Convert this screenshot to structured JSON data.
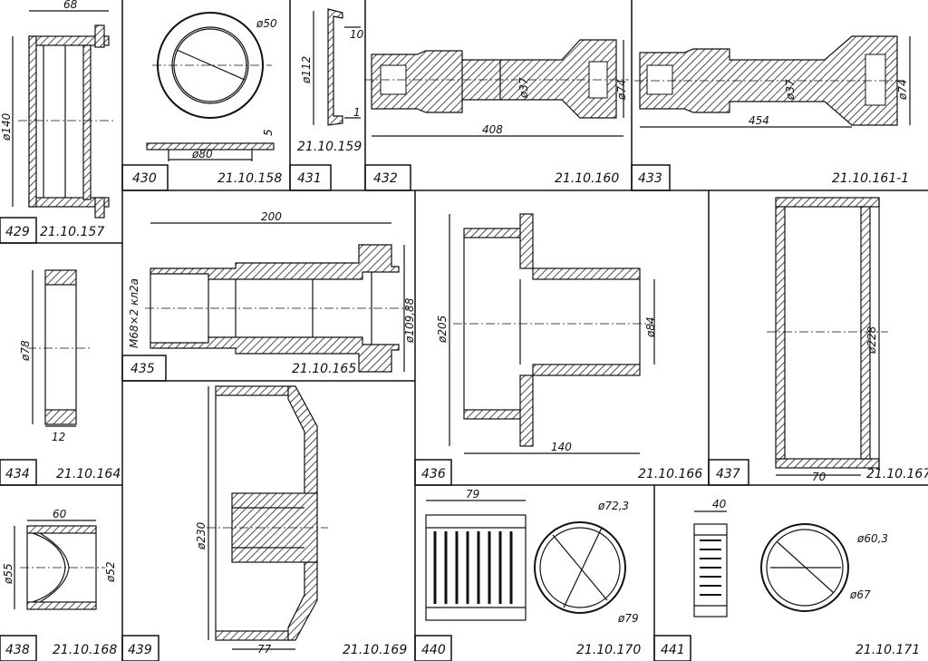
{
  "cells": [
    {
      "id": "429",
      "num": "429",
      "code": "21.10.157",
      "dims": [
        "68",
        "ø140"
      ]
    },
    {
      "id": "430",
      "num": "430",
      "code": "21.10.158",
      "dims": [
        "ø50",
        "ø80",
        "5"
      ]
    },
    {
      "id": "431",
      "num": "431",
      "code": "21.10.159",
      "dims": [
        "ø112",
        "10",
        "1"
      ]
    },
    {
      "id": "432",
      "num": "432",
      "code": "21.10.160",
      "dims": [
        "ø37",
        "ø74",
        "408"
      ]
    },
    {
      "id": "433",
      "num": "433",
      "code": "21.10.161-1",
      "dims": [
        "ø37",
        "ø74",
        "454"
      ]
    },
    {
      "id": "434",
      "num": "434",
      "code": "21.10.164",
      "dims": [
        "ø78",
        "12"
      ]
    },
    {
      "id": "435",
      "num": "435",
      "code": "21.10.165",
      "dims": [
        "200",
        "M68×2 кл2а",
        "ø109,88"
      ]
    },
    {
      "id": "436",
      "num": "436",
      "code": "21.10.166",
      "dims": [
        "ø205",
        "ø84",
        "140"
      ]
    },
    {
      "id": "437",
      "num": "437",
      "code": "21.10.167",
      "dims": [
        "ø228",
        "70"
      ]
    },
    {
      "id": "438",
      "num": "438",
      "code": "21.10.168",
      "dims": [
        "60",
        "ø55",
        "ø52"
      ]
    },
    {
      "id": "439",
      "num": "439",
      "code": "21.10.169",
      "dims": [
        "ø230",
        "77"
      ]
    },
    {
      "id": "440",
      "num": "440",
      "code": "21.10.170",
      "dims": [
        "79",
        "ø72,3",
        "ø79"
      ]
    },
    {
      "id": "441",
      "num": "441",
      "code": "21.10.171",
      "dims": [
        "40",
        "ø60,3",
        "ø67"
      ]
    }
  ]
}
